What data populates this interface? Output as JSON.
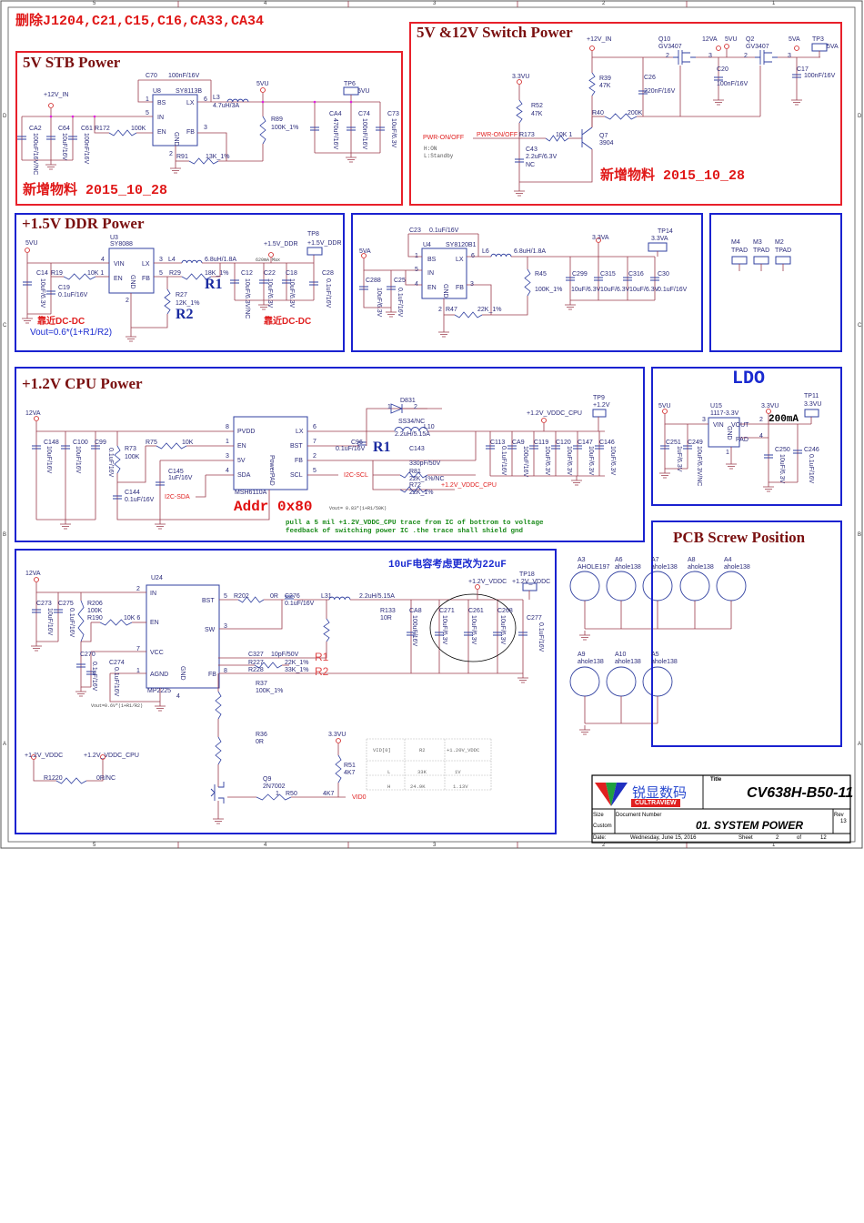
{
  "frame": {
    "col_markers": [
      "5",
      "4",
      "3",
      "2",
      "1"
    ],
    "row_markers": [
      "D",
      "C",
      "B",
      "A"
    ]
  },
  "top_note": "删除J1204,C21,C15,C16,CA33,CA34",
  "stb": {
    "title": "5V STB  Power",
    "note": "新增物料  2015_10_28",
    "labels": [
      "C70",
      "100nF/16V",
      "U8",
      "SY8113B",
      "+12V_IN",
      "5VU",
      "TP6",
      "5VU",
      "BS",
      "LX",
      "IN",
      "EN",
      "FB",
      "GND",
      "1",
      "6",
      "5",
      "3",
      "2",
      "L3",
      "4.7uH/3A",
      "R89",
      "100K_1%",
      "CA2",
      "100uF/16V/NC",
      "C64",
      "10uF/16V",
      "C61",
      "100nF/16V",
      "R172",
      "100K",
      "R91",
      "13K_1%",
      "CA4",
      "470uF/16V",
      "C74",
      "100nF/16V",
      "C73",
      "10uF/6.3V"
    ]
  },
  "sw": {
    "title": "5V &12V Switch Power",
    "note": "新增物料  2015_10_28",
    "labels": [
      "+12V_IN",
      "Q10",
      "GV3407",
      "12VA",
      "5VU",
      "Q2",
      "GV3407",
      "5VA",
      "TP3",
      "5VA",
      "3.3VU",
      "R39",
      "47K",
      "C26",
      "220nF/16V",
      "C20",
      "100nF/16V",
      "C17",
      "100nF/16V",
      "R52",
      "47K",
      "R40",
      "200K",
      "PWR-ON/OFF",
      "PWR-ON/OFF",
      "R173",
      "10K 1",
      "Q7",
      "3904",
      "H:ON",
      "L:Standby",
      "C43",
      "2.2uF/6.3V",
      "NC",
      "2",
      "3",
      "2",
      "3"
    ]
  },
  "ddr": {
    "title": "+1.5V DDR Power",
    "labels": [
      "5VU",
      "U3",
      "SY8088",
      "+1.5V_DDR",
      "TP8",
      "+1.5V_DDR",
      "VIN",
      "LX",
      "EN",
      "FB",
      "GND",
      "4",
      "3",
      "L4",
      "6.8uH/1.8A",
      "620mA Max",
      "C14",
      "R19",
      "10K 1",
      "5",
      "R29",
      "18K_1%",
      "C12",
      "C22",
      "C18",
      "C28",
      "C19",
      "0.1uF/16V",
      "R27",
      "12K_1%",
      "2",
      "10uF/6.3V",
      "10uF/6.3V/NC",
      "10uF/6.3V",
      "10uF/6.3V",
      "0.1uF/16V",
      "R1",
      "R2",
      "靠近DC-DC",
      "靠近DC-DC",
      "Vout=0.6*(1+R1/R2)"
    ]
  },
  "v33": {
    "labels": [
      "C23",
      "0.1uF/16V",
      "U4",
      "SY8120B1",
      "TP14",
      "3.3VA",
      "3.3VA",
      "5VA",
      "BS",
      "LX",
      "1",
      "6",
      "L6",
      "6.8uH/1.8A",
      "5",
      "IN",
      "4",
      "EN",
      "FB",
      "3",
      "GND",
      "C288",
      "C25",
      "10uF/6.3V",
      "0.1uF/16V",
      "R45",
      "100K_1%",
      "C299",
      "C315",
      "C316",
      "C30",
      "10uF/6.3V",
      "10uF/6.3V",
      "10uF/6.3V",
      "0.1uF/16V",
      "2",
      "R47",
      "22K_1%"
    ]
  },
  "tpad": {
    "labels": [
      "M4",
      "TPAD",
      "M3",
      "TPAD",
      "M2",
      "TPAD"
    ]
  },
  "cpu": {
    "title": "+1.2V CPU Power",
    "labels": [
      "12VA",
      "D831",
      "1",
      "2",
      "SS34/NC",
      "TP9",
      "+1.2V",
      "+1.2V_VDDC_CPU",
      "PVDD",
      "8",
      "LX",
      "6",
      "L10",
      "2.2uH/5.15A",
      "C148",
      "C100",
      "C99",
      "R75",
      "10K",
      "1",
      "EN",
      "BST",
      "7",
      "C96",
      "0.1uF/16V",
      "R1",
      "R73",
      "100K",
      "C143",
      "3",
      "5V",
      "FB",
      "2",
      "330pF/50V",
      "C145",
      "1uF/16V",
      "4",
      "SDA",
      "SCL",
      "5",
      "I2C-SCL",
      "R81",
      "22K_1%/NC",
      "R72",
      "22K_1%",
      "+1.2V_VDDC_CPU",
      "C144",
      "0.1uF/16V",
      "I2C-SDA",
      "MSH6110A",
      "PowerPAD",
      "Addr  0x80",
      "Vout= 0.83*(1+R1/50K)",
      "pull a 5 mil +1.2V_VDDC_CPU trace from IC of  bottrom to voltage",
      "feedback of switching power IC .the trace shall shield gnd",
      "C113",
      "CA9",
      "C119",
      "C120",
      "C147",
      "C146",
      "10uF/16V",
      "10uF/16V",
      "0.1uF/16V",
      "0.1uF/16V",
      "100uF/16V",
      "10uF/6.3V",
      "10uF/6.3V",
      "10uF/6.3V",
      "10uF/6.3V"
    ]
  },
  "ldo": {
    "labels": [
      "LDO",
      "5VU",
      "U15",
      "1117-3.3V",
      "3.3VU",
      "TP11",
      "3.3VU",
      "3",
      "VIN",
      "VOUT",
      "2",
      "200mA",
      "GND",
      "PAD",
      "4",
      "1",
      "C251",
      "C249",
      "C250",
      "C246",
      "1uF/6.3V",
      "10uF/6.3V/NC",
      "10uF/6.3V",
      "0.1uF/16V"
    ]
  },
  "pcb": {
    "title": "PCB Screw Position",
    "labels": [
      "A3",
      "AHOLE197",
      "A6",
      "ahole138",
      "A7",
      "ahole138",
      "A8",
      "ahole138",
      "A4",
      "ahole138",
      "A9",
      "ahole138",
      "A10",
      "ahole138",
      "A5",
      "ahole138"
    ]
  },
  "vddc": {
    "labels": [
      "10uF电容考虑更改为22uF",
      "12VA",
      "U24",
      "+1.2V_VDDC",
      "TP18",
      "+1.2V_VDDC",
      "2",
      "IN",
      "BST",
      "5",
      "R202",
      "0R",
      "C276",
      "0.1uF/16V",
      "L31",
      "2.2uH/5.15A",
      "C273",
      "C275",
      "R206",
      "100K",
      "R190",
      "10K 6",
      "EN",
      "R133",
      "10R",
      "CA8",
      "C271",
      "C261",
      "C268",
      "C277",
      "SW",
      "3",
      "7",
      "VCC",
      "C270",
      "C274",
      "C327",
      "10pF/50V",
      "R1",
      "R227",
      "22K_1%",
      "1",
      "AGND",
      "GND",
      "FB",
      "8",
      "R228",
      "33K_1%",
      "R2",
      "MP2225",
      "4",
      "R37",
      "100K_1%",
      "Vout=0.6V*(1+R1/R2)",
      "R36",
      "0R",
      "3.3VU",
      "R51",
      "4K7",
      "+1.2V_VDDC",
      "+1.2V_VDDC_CPU",
      "R1220",
      "0R/NC",
      "Q9",
      "2N7002",
      "1",
      "R50",
      "4K7",
      "VID0",
      "10uF/16V",
      "0.1uF/16V",
      "0.1uF/16V",
      "0.1uF/16V",
      "100uF/16V",
      "10uF/6.3V",
      "10uF/6.3V",
      "10uF/6.3V",
      "0.1uF/16V"
    ],
    "vid_table": [
      [
        "VID[0]",
        "R2",
        "+1.20V_VDDC"
      ],
      [
        "L",
        "33K",
        "1V"
      ],
      [
        "H",
        "24.9K",
        "1.13V"
      ]
    ]
  },
  "title_block": {
    "logo_cn": "锐显数码",
    "logo_en": "CULTRAVIEW",
    "title_label": "Title",
    "title": "CV638H-B50-11",
    "size_label": "Size",
    "size": "Custom",
    "docnum_label": "Document Number",
    "docnum": "01. SYSTEM POWER",
    "rev_label": "Rev",
    "rev": "13",
    "date_label": "Date:",
    "date": "Wednesday, June 15, 2016",
    "sheet_label": "Sheet",
    "sheet": "2",
    "of_label": "of",
    "total": "12"
  },
  "colors": {
    "wire": "#9b3b4b",
    "chip": "#3040a0",
    "red_frame": "#e8202a",
    "blue_frame": "#1a22d0",
    "junction": "#e020e0"
  }
}
